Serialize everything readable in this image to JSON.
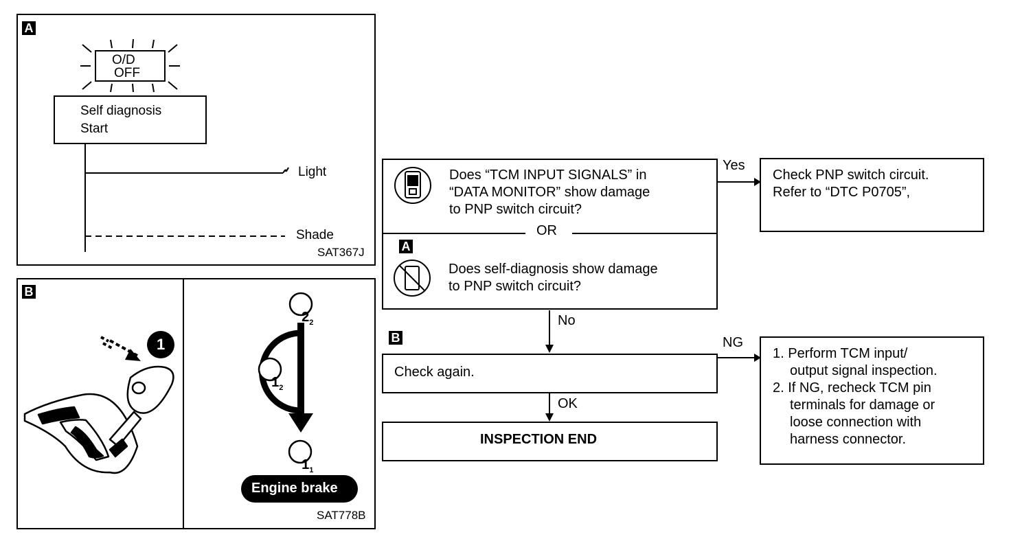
{
  "panel_a": {
    "tag": "A",
    "lamp_line1": "O/D",
    "lamp_line2": "OFF",
    "start_line1": "Self diagnosis",
    "start_line2": "Start",
    "light_label": "Light",
    "shade_label": "Shade",
    "code": "SAT367J"
  },
  "panel_b": {
    "tag": "B",
    "step1_num": "1",
    "lever_top_main": "2",
    "lever_top_sub": "2",
    "lever_mid_main": "1",
    "lever_mid_sub": "2",
    "lever_bot_main": "1",
    "lever_bot_sub": "1",
    "engine_brake_label": "Engine brake",
    "code": "SAT778B"
  },
  "flowchart": {
    "q1_line1": "Does “TCM INPUT SIGNALS” in",
    "q1_line2": "“DATA MONITOR” show damage",
    "q1_line3": "to PNP switch circuit?",
    "or_label": "OR",
    "tag_a": "A",
    "q2_line1": "Does self-diagnosis show damage",
    "q2_line2": "to PNP switch circuit?",
    "yes_label": "Yes",
    "yes_box_line1": "Check PNP switch circuit.",
    "yes_box_line2": "Refer to “DTC P0705”,",
    "no_label": "No",
    "tag_b": "B",
    "check_again": "Check again.",
    "ng_label": "NG",
    "ng_item1_line1": "1. Perform TCM input/",
    "ng_item1_line2": "output signal inspection.",
    "ng_item2_line1": "2. If NG, recheck TCM pin",
    "ng_item2_line2": "terminals for damage or",
    "ng_item2_line3": "loose connection with",
    "ng_item2_line4": "harness connector.",
    "ok_label": "OK",
    "end_label": "INSPECTION END"
  }
}
